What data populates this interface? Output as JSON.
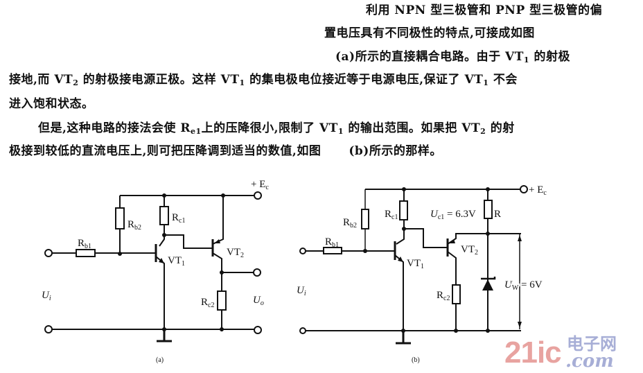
{
  "text": {
    "line1": "利用 NPN 型三极管和 PNP 型三极管的偏",
    "line2": "置电压具有不同极性的特点,可接成如图",
    "line3_pre": "(a)所示的直接耦合电路。由于 VT",
    "line3_sub": "1",
    "line3_post": " 的射极",
    "line4_a": "接地,而 VT",
    "line4_sub1": "2",
    "line4_b": " 的射极接电源正极。这样 VT",
    "line4_sub2": "1",
    "line4_c": " 的集电极电位接近等于电源电压,保证了 VT",
    "line4_sub3": "1",
    "line4_d": " 不会",
    "line5": "进入饱和状态。",
    "line6_a": "但是,这种电路的接法会使 R",
    "line6_sub1": "e1",
    "line6_b": "上的压降很小,限制了 VT",
    "line6_sub2": "1",
    "line6_c": " 的输出范围。如果把 VT",
    "line6_sub3": "2",
    "line6_d": " 的射",
    "line7_a": "极接到较低的直流电压上,则可把压降调到适当的数值,如图",
    "line7_b": "(b)所示的那样。"
  },
  "circuit_a": {
    "caption": "(a)",
    "supply": "+ E",
    "supply_sub": "c",
    "rb1": "R",
    "rb1_sub": "b1",
    "rb2": "R",
    "rb2_sub": "b2",
    "rc1": "R",
    "rc1_sub": "c1",
    "rc2": "R",
    "rc2_sub": "c2",
    "vt1": "VT",
    "vt1_sub": "1",
    "vt2": "VT",
    "vt2_sub": "2",
    "ui": "U",
    "ui_sub": "i",
    "uo": "U",
    "uo_sub": "o"
  },
  "circuit_b": {
    "caption": "(b)",
    "supply": "+ E",
    "supply_sub": "c",
    "rb1": "R",
    "rb1_sub": "b1",
    "rb2": "R",
    "rb2_sub": "b2",
    "rc1": "R",
    "rc1_sub": "c1",
    "rc2": "R",
    "rc2_sub": "c2",
    "r": "R",
    "vt1": "VT",
    "vt1_sub": "1",
    "vt2": "VT",
    "vt2_sub": "2",
    "ui": "U",
    "ui_sub": "i",
    "uc1": "U",
    "uc1_sub": "c1",
    "uc1_val": " = 6.3V",
    "uw": "U",
    "uw_sub": "W",
    "uw_val": " = 6V"
  },
  "watermark": {
    "part1": "21ic",
    "part2": "电子网",
    "part3": ".com",
    "color1": "#e8a3a0",
    "color2": "#a7aed6"
  }
}
